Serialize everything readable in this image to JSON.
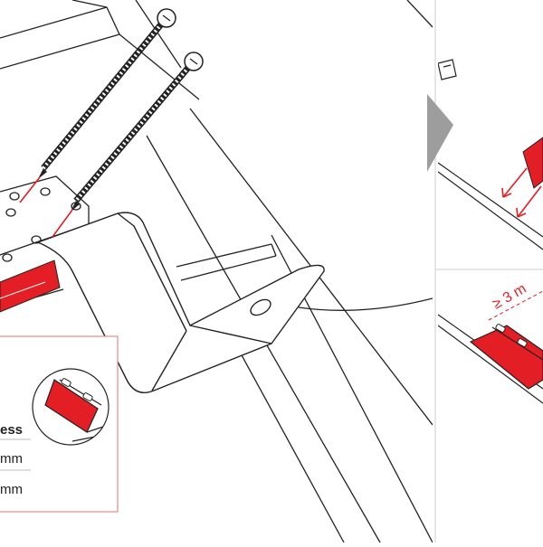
{
  "inset_labels": {
    "row1": "ess",
    "row2": "mm",
    "row3": "mm"
  },
  "right_panel_bottom": {
    "spacing_label": "≥ 3 m"
  },
  "colors": {
    "accent_red": "#e31e24",
    "line": "#222222",
    "arrow_gray": "#9d9d9d",
    "inset_border": "#e88a8a"
  }
}
